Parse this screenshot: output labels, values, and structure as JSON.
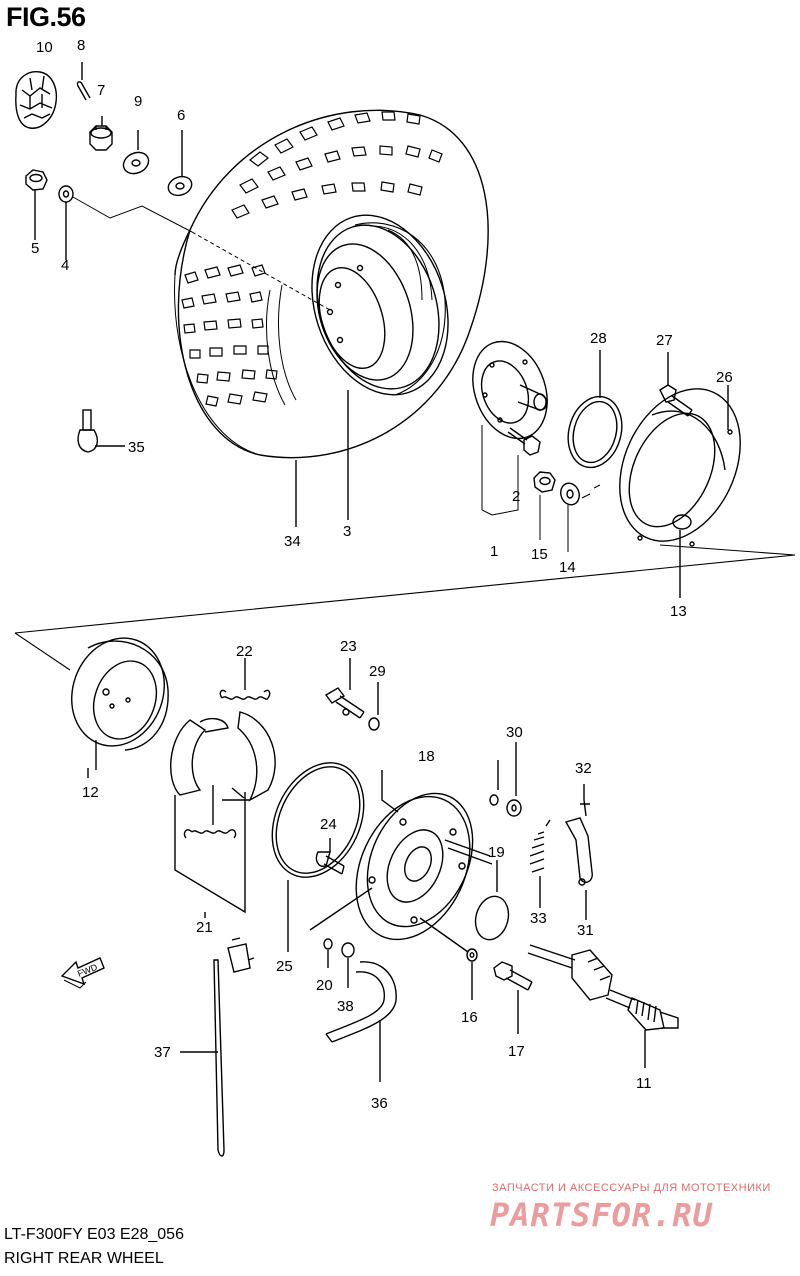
{
  "figure": {
    "title": "FIG.56",
    "model_code": "LT-F300FY E03 E28_056",
    "section_title": "RIGHT REAR WHEEL"
  },
  "part_numbers": [
    "10",
    "8",
    "7",
    "9",
    "6",
    "5",
    "4",
    "35",
    "34",
    "3",
    "28",
    "27",
    "26",
    "2",
    "1",
    "15",
    "14",
    "13",
    "22",
    "23",
    "29",
    "12",
    "30",
    "32",
    "18",
    "24",
    "19",
    "33",
    "31",
    "21",
    "25",
    "20",
    "38",
    "16",
    "17",
    "11",
    "37",
    "36"
  ],
  "fwd_label": "FWD",
  "watermark": {
    "tagline": "ЗАПЧАСТИ И АКСЕССУАРЫ ДЛЯ МОТОТЕХНИКИ",
    "logo": "PARTSFOR.RU"
  }
}
